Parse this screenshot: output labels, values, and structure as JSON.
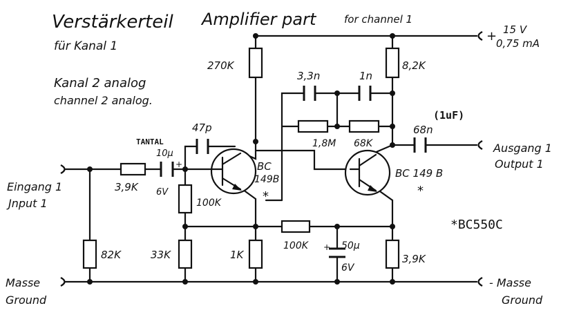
{
  "title": {
    "de": "Verstärkerteil",
    "en": "Amplifier part",
    "for": "for channel 1",
    "de_sub": "für Kanal 1",
    "ch2_de": "Kanal 2 analog",
    "ch2_en": "channel 2 analog."
  },
  "supply": {
    "voltage": "15 V",
    "current": "0,75 mA",
    "plus": "+"
  },
  "terminals": {
    "input_de": "Eingang 1",
    "input_en": "Jnput 1",
    "output_de": "Ausgang 1",
    "output_en": "Output 1",
    "gnd_left_de": "Masse",
    "gnd_left_en": "Ground",
    "gnd_right_de": "- Masse",
    "gnd_right_en": "Ground"
  },
  "components": {
    "r_270k": "270K",
    "r_8k2": "8,2K",
    "c_3n3": "3,3n",
    "c_1n": "1n",
    "c_47p": "47p",
    "tantal": "TANTAL",
    "c_10u": "10µ",
    "c_10u_v": "6V",
    "r_3k9_in": "3,9K",
    "r_1m8": "1,8M",
    "r_68k": "68K",
    "c_68n": "68n",
    "c_1uf": "(1uF)",
    "r_100k_bias": "100K",
    "r_82k": "82K",
    "r_33k": "33K",
    "r_1k": "1K",
    "r_100k_fb": "100K",
    "c_50u": "50µ",
    "c_50u_v": "6V",
    "r_3k9_out": "3,9K",
    "t1_a": "BC",
    "t1_b": "149B",
    "t2": "BC 149 B",
    "star1": "*",
    "star2": "*",
    "replacement": "*BC550C",
    "cap_plus": "+"
  }
}
